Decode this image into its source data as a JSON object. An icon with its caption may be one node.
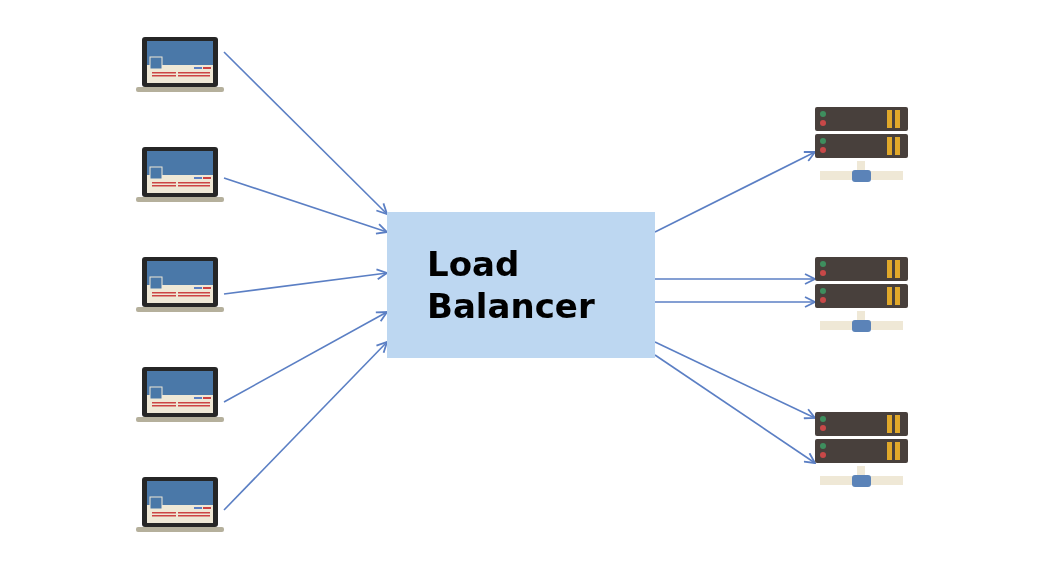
{
  "diagram": {
    "nodes": [
      {
        "text": [],
        "shape": "picture"
      },
      {
        "text": [],
        "shape": "picture"
      },
      {
        "text": [],
        "shape": "picture"
      },
      {
        "text": [],
        "shape": "picture"
      },
      {
        "text": [],
        "shape": "picture"
      },
      {
        "text": [
          "Load Balancer"
        ]
      },
      {
        "text": [],
        "shape": "picture"
      },
      {
        "text": [],
        "shape": "picture"
      },
      {
        "text": [],
        "shape": "picture"
      }
    ],
    "edges": [
      {
        "from": 0,
        "to": 5,
        "arrow": "to"
      },
      {
        "from": 1,
        "to": 5,
        "arrow": "to"
      },
      {
        "from": 2,
        "to": 5,
        "arrow": "to"
      },
      {
        "from": 3,
        "to": 5,
        "arrow": "to"
      },
      {
        "from": 4,
        "to": 5,
        "arrow": "to"
      },
      {
        "from": 5,
        "to": 6,
        "arrow": "to"
      },
      {
        "from": 5,
        "to": 7,
        "arrow": "to"
      },
      {
        "from": 5,
        "to": 7,
        "arrow": "to"
      },
      {
        "from": 5,
        "to": 8,
        "arrow": "to"
      },
      {
        "from": 5,
        "to": 8,
        "arrow": "to"
      }
    ]
  }
}
